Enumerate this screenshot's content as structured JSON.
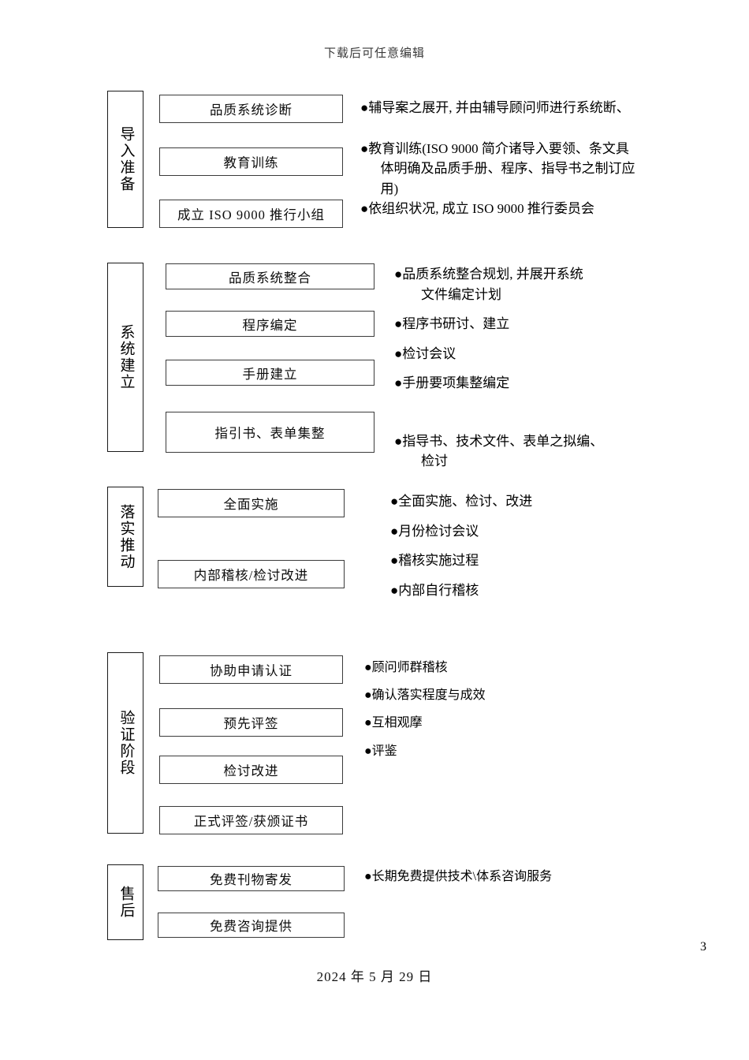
{
  "document": {
    "header": "下载后可任意编辑",
    "footer_date": "2024 年 5 月 29 日",
    "page_number": "3"
  },
  "stages": [
    {
      "label": "导入准备",
      "nodes": [
        "品质系统诊断",
        "教育训练",
        "成立 ISO 9000 推行小组"
      ],
      "bullets": [
        "●辅导案之展开, 并由辅导顾问师进行系统断、",
        "●教育训练(ISO 9000 简介诸导入要领、条文具\n  体明确及品质手册、程序、指导书之制订应\n  用)",
        "●依组织状况, 成立 ISO 9000 推行委员会"
      ]
    },
    {
      "label": "系统建立",
      "nodes": [
        "品质系统整合",
        "程序编定",
        "手册建立",
        "指引书、表单集整"
      ],
      "bullets": [
        "●品质系统整合规划, 并展开系统\n    文件编定计划",
        "●程序书研讨、建立",
        "●检讨会议",
        "●手册要项集整编定",
        "●指导书、技术文件、表单之拟编、\n    检讨"
      ]
    },
    {
      "label": "落实推动",
      "nodes": [
        "全面实施",
        "内部稽核/检讨改进"
      ],
      "bullets": [
        "●全面实施、检讨、改进",
        "●月份检讨会议",
        "●稽核实施过程",
        "●内部自行稽核"
      ]
    },
    {
      "label": "验证阶段",
      "nodes": [
        "协助申请认证",
        "预先评签",
        "检讨改进",
        "正式评签/获颁证书"
      ],
      "bullets": [
        "●顾问师群稽核",
        "●确认落实程度与成效",
        "●互相观摩",
        "●评鉴"
      ]
    },
    {
      "label": "售后",
      "nodes": [
        "免费刊物寄发",
        "免费咨询提供"
      ],
      "bullets": [
        "●长期免费提供技术\\体系咨询服务"
      ]
    }
  ]
}
